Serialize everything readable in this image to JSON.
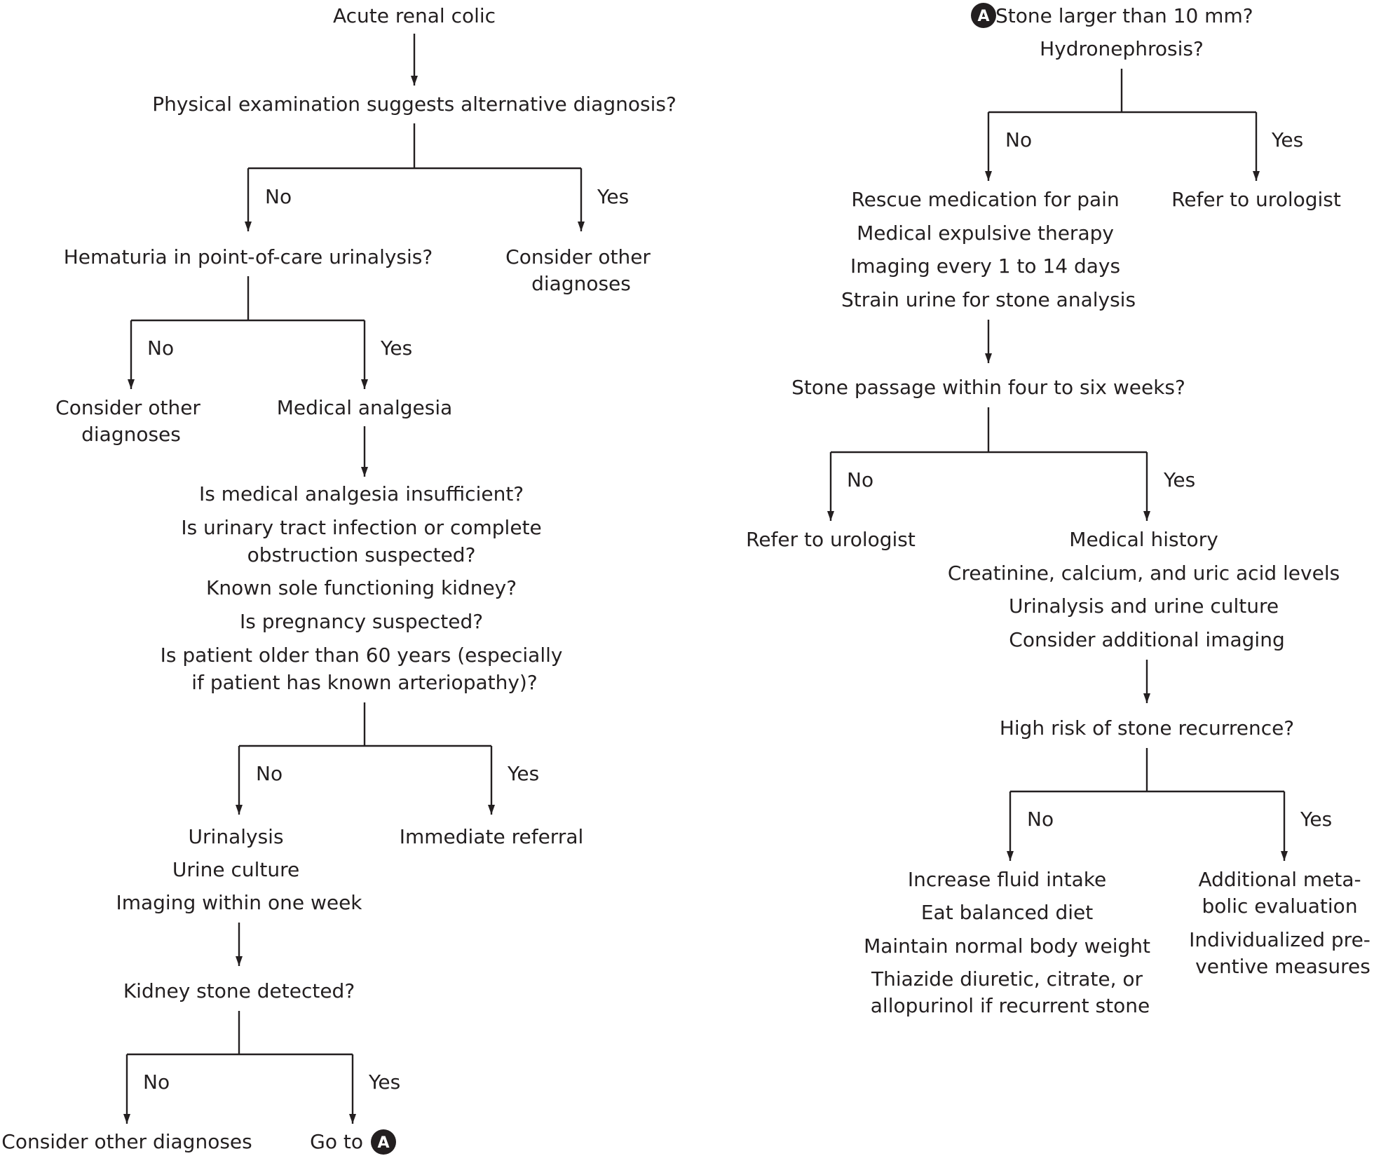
{
  "left": {
    "start": "Acute renal colic",
    "q_physical": "Physical examination suggests alternative diagnosis?",
    "no": "No",
    "yes": "Yes",
    "consider_other_1": [
      "Consider other",
      "diagnoses"
    ],
    "q_hematuria": "Hematuria in point-of-care urinalysis?",
    "consider_other_2": [
      "Consider other",
      "diagnoses"
    ],
    "medical_analgesia": "Medical analgesia",
    "red_flags": [
      [
        "Is medical analgesia insufficient?"
      ],
      [
        "Is urinary tract infection or complete",
        "obstruction suspected?"
      ],
      [
        "Known sole functioning kidney?"
      ],
      [
        "Is pregnancy suspected?"
      ],
      [
        "Is patient older than 60 years (especially",
        "if patient has known arteriopathy)?"
      ]
    ],
    "workup": [
      "Urinalysis",
      "Urine culture",
      "Imaging within one week"
    ],
    "immediate_referral": "Immediate referral",
    "q_stone_detected": "Kidney stone detected?",
    "consider_other_3": "Consider other diagnoses",
    "go_to": "Go to"
  },
  "right": {
    "q_large": "Stone larger than 10 mm?",
    "q_hydro": "Hydronephrosis?",
    "no": "No",
    "yes": "Yes",
    "refer_urologist_1": "Refer to urologist",
    "conservative": [
      "Rescue medication for pain",
      "Medical expulsive therapy",
      "Imaging every 1 to 14 days",
      "Strain urine for stone analysis"
    ],
    "q_passage": "Stone passage within four to six weeks?",
    "refer_urologist_2": "Refer to urologist",
    "history": [
      "Medical history",
      "Creatinine, calcium, and uric acid levels",
      "Urinalysis and urine culture",
      "Consider additional imaging"
    ],
    "q_recurrence": "High risk of stone recurrence?",
    "prevention": [
      [
        "Increase fluid intake"
      ],
      [
        "Eat balanced diet"
      ],
      [
        "Maintain normal body weight"
      ],
      [
        "Thiazide diuretic, citrate, or",
        "allopurinol if recurrent stone"
      ]
    ],
    "metabolic": [
      [
        "Additional meta-",
        "bolic evaluation"
      ],
      [
        "Individualized pre-",
        "ventive measures"
      ]
    ]
  },
  "badge_letter": "A"
}
